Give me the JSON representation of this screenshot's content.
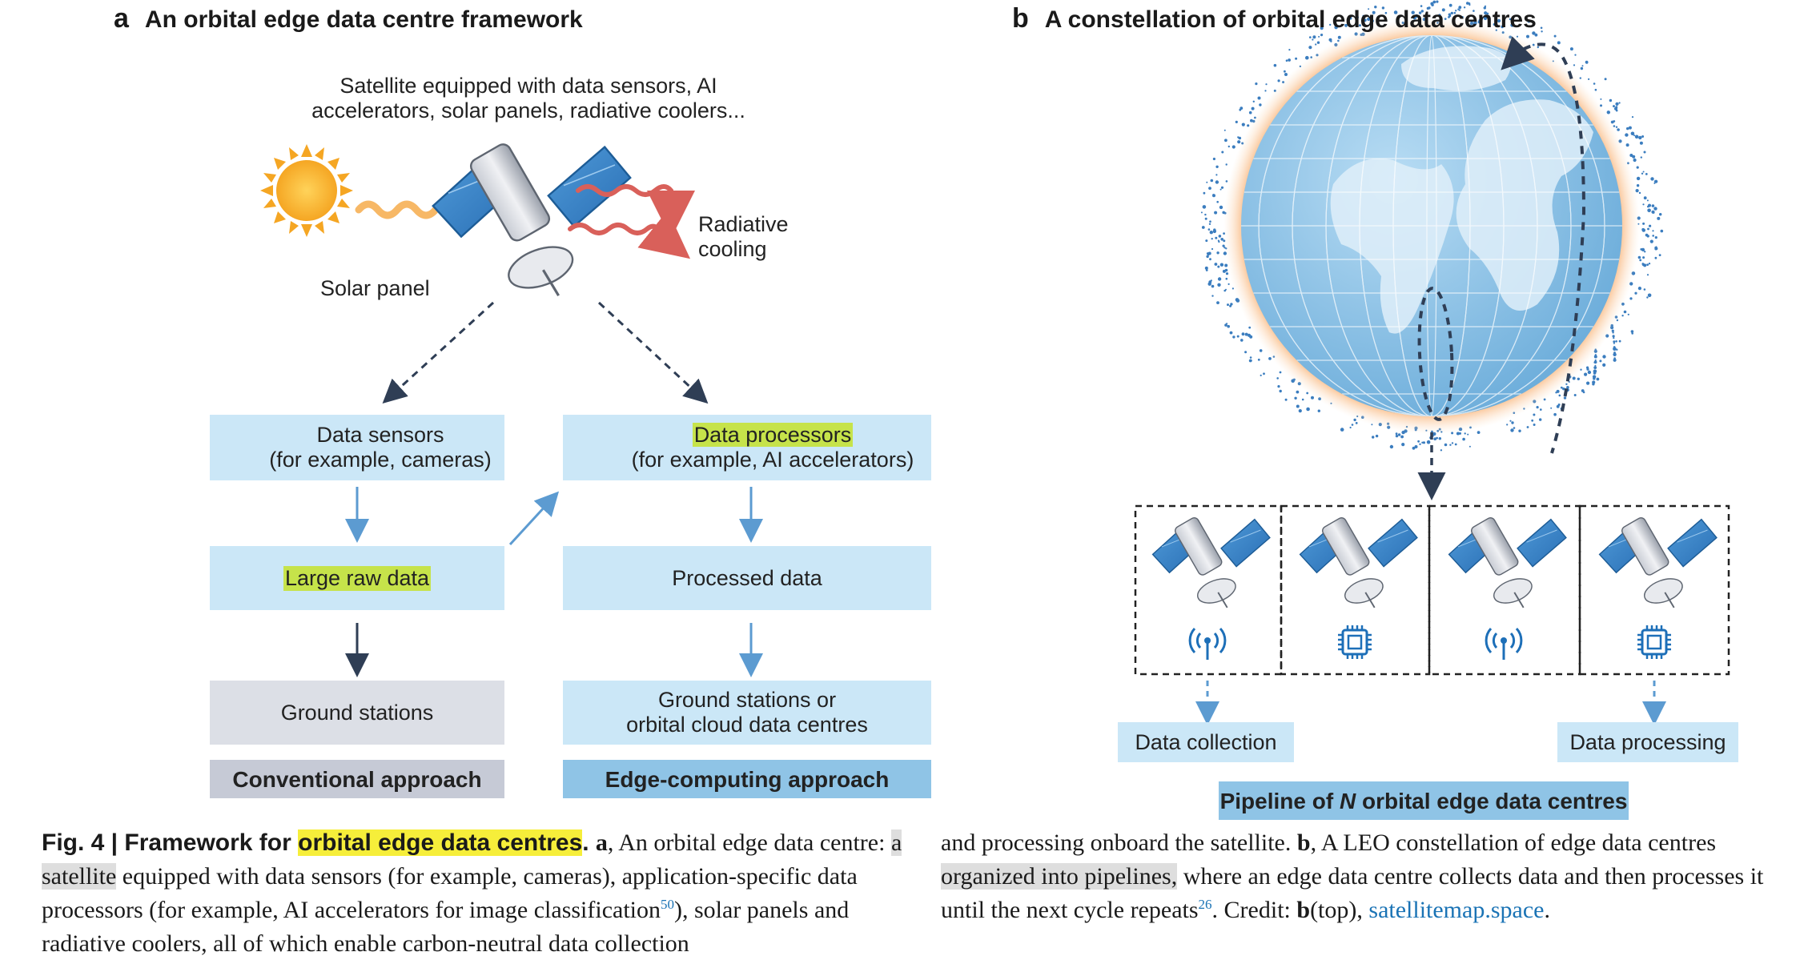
{
  "panel_a": {
    "letter": "a",
    "title": "An orbital edge data centre framework",
    "satellite_caption_line1": "Satellite equipped with data sensors, AI",
    "satellite_caption_line2": "accelerators, solar panels, radiative coolers...",
    "solar_panel_label": "Solar panel",
    "radiative_line1": "Radiative",
    "radiative_line2": "cooling",
    "data_sensors_line1": "Data sensors",
    "data_sensors_line2": "(for example, cameras)",
    "data_processors_line1": "Data processors",
    "data_processors_line2": "(for example, AI accelerators)",
    "large_raw_data": "Large raw data",
    "processed_data": "Processed data",
    "ground_stations": "Ground stations",
    "ground_or_cloud_line1": "Ground stations or",
    "ground_or_cloud_line2": "orbital cloud data centres",
    "conventional": "Conventional approach",
    "edge": "Edge-computing approach"
  },
  "panel_b": {
    "letter": "b",
    "title": "A constellation of orbital edge data centres",
    "data_collection": "Data collection",
    "data_processing": "Data processing",
    "pipeline_pre": "Pipeline of ",
    "pipeline_n": "N",
    "pipeline_post": " orbital edge data centres",
    "slot_icons": [
      "antenna-icon",
      "chip-icon",
      "antenna-icon",
      "chip-icon"
    ]
  },
  "caption": {
    "fig": "Fig. 4 | Framework for ",
    "fig_hl": "orbital edge data centres",
    "fig_end": ". ",
    "a_letter": "a",
    "p1": ", An orbital edge data centre: ",
    "p1_hl": "a satellite",
    "p2": " equipped with data sensors (for example, cameras), application-specific data processors (for example, AI accelerators for image classification",
    "ref50": "50",
    "p3": "), solar panels and radiative coolers, all of which enable carbon-neutral data collection",
    "r1": "and processing onboard the satellite. ",
    "b_letter": "b",
    "r2": ", A LEO constellation of edge data centres ",
    "r2_hl": "organized into pipelines,",
    "r3": " where an edge data centre collects data and then processes it until the next cycle repeats",
    "ref26": "26",
    "r4": ". Credit: ",
    "credit_b": "b",
    "credit_top": "(top), ",
    "credit_link": "satellitemap.space",
    "credit_end": "."
  },
  "colors": {
    "box_blue": "#cbe7f7",
    "box_dark_blue": "#8fc4e6",
    "box_grey": "#dcdfe6",
    "highlight_green": "#c6e34a",
    "highlight_yellow": "#f6ee3a",
    "arrow_blue": "#5c9bd1",
    "arrow_dark": "#2f3e55"
  }
}
